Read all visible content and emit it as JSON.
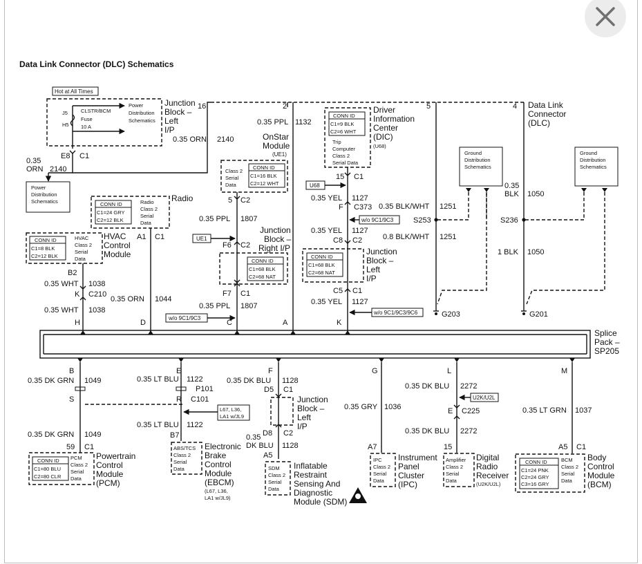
{
  "title": "Data Link Connector (DLC) Schematics",
  "window": {
    "close_icon": "close-icon"
  },
  "hot_at_all_times": "Hot at All Times",
  "fuse_block": {
    "j5": "J5",
    "h5": "H5",
    "fuse_line1": "CLSTR/BCM",
    "fuse_line2": "Fuse",
    "fuse_line3": "10 A",
    "pds_line1": "Power",
    "pds_line2": "Distribution",
    "pds_line3": "Schematics",
    "jb_line1": "Junction",
    "jb_line2": "Block –",
    "jb_line3": "Left",
    "jb_line4": "I/P",
    "pin": "E8",
    "conn": "C1",
    "pin_16": "16"
  },
  "power_box": {
    "line1": "Power",
    "line2": "Distribution",
    "line3": "Schematics"
  },
  "wires": {
    "w2140_top": "0.35 ORN",
    "c2140_top": "2140",
    "w2140_left1": "0.35",
    "w2140_left2": "ORN",
    "c2140_left": "2140",
    "w1132": "0.35 PPL",
    "c1132": "1132",
    "w1807_a": "0.35 PPL",
    "c1807_a": "1807",
    "w1807_b": "0.35 PPL",
    "c1807_b": "1807",
    "w1038_a": "0.35 WHT",
    "c1038_a": "1038",
    "w1038_b": "0.35 WHT",
    "c1038_b": "1038",
    "w1044": "0.35 ORN",
    "c1044": "1044",
    "w1127_a": "0.35 YEL",
    "c1127_a": "1127",
    "w1127_b": "0.35 YEL",
    "c1127_b": "1127",
    "w1127_c": "0.35 YEL",
    "c1127_c": "1127",
    "w1251_a": "0.35 BLK/WHT",
    "c1251_a": "1251",
    "w1251_b": "0.8 BLK/WHT",
    "c1251_b": "1251",
    "w1050_a1": "0.35",
    "w1050_a2": "BLK",
    "c1050_a": "1050",
    "w1050_b": "1 BLK",
    "c1050_b": "1050",
    "w1049_a": "0.35 DK GRN",
    "c1049_a": "1049",
    "w1049_b": "0.35 DK GRN",
    "c1049_b": "1049",
    "w1122_a": "0.35 LT BLU",
    "c1122_a": "1122",
    "w1122_b": "0.35 LT BLU",
    "c1122_b": "1122",
    "w1128_a": "0.35 DK BLU",
    "c1128_a": "1128",
    "w1128_b1": "0.35",
    "w1128_b2": "DK BLU",
    "c1128_b": "1128",
    "w1036": "0.35 GRY",
    "c1036": "1036",
    "w2272_a": "0.35 DK BLU",
    "c2272_a": "2272",
    "w2272_b": "0.35 DK BLU",
    "c2272_b": "2272",
    "w1037": "0.35 LT GRN",
    "c1037": "1037"
  },
  "onstar": {
    "line1": "OnStar",
    "line2": "Module",
    "line3": "(UE1)",
    "pin_2": "2",
    "serial1": "Class 2",
    "serial2": "Serial",
    "serial3": "Data",
    "conn_id": "CONN ID",
    "c1": "C1=16 BLK",
    "c2": "C2=12 WHT",
    "pin": "5",
    "conn": "C2"
  },
  "radio": {
    "label": "Radio",
    "conn_id": "CONN ID",
    "c1": "C1=24 GRY",
    "c2": "C2=12 BLK",
    "serial1": "Radio",
    "serial2": "Class 2",
    "serial3": "Serial",
    "serial4": "Data",
    "pin": "A1",
    "conn": "C1"
  },
  "hvac": {
    "line1": "HVAC",
    "line2": "Control",
    "line3": "Module",
    "conn_id": "CONN ID",
    "c1": "C1=8 BLK",
    "c2": "C2=12 BLK",
    "serial1": "HVAC",
    "serial2": "Class 2",
    "serial3": "Serial",
    "serial4": "Data",
    "pin": "B2"
  },
  "c210": {
    "pin": "K",
    "conn": "C210"
  },
  "jb_right": {
    "line1": "Junction",
    "line2": "Block –",
    "line3": "Right I/P",
    "conn_id": "CONN ID",
    "c1": "C1=68 BLK",
    "c2": "C2=68 NAT",
    "pin_f6": "F6",
    "conn_c2": "C2",
    "pin_f7": "F7",
    "conn_c1": "C1"
  },
  "option_ue1": "UE1",
  "option_w0_9c1": "w/o 9C1/9C3",
  "option_w0_9c1_b": "w/o 9C1/9C3",
  "option_w0_9c1_c": "w/o 9C1/9C3/9C6",
  "option_u68": "U68",
  "dic": {
    "line1": "Driver",
    "line2": "Information",
    "line3": "Center",
    "line4": "(DIC)",
    "line5": "(U68)",
    "conn_id": "CONN ID",
    "c1": "C1=9 BLK",
    "c2": "C2=6 WHT",
    "serial1": "Trip",
    "serial2": "Computer",
    "serial3": "Class 2",
    "serial4": "Serial Data",
    "pin": "15",
    "conn": "C1"
  },
  "c373": {
    "pin": "F",
    "conn": "C373"
  },
  "jb_left2": {
    "line1": "Junction",
    "line2": "Block –",
    "line3": "Left",
    "line4": "I/P",
    "conn_id": "CONN ID",
    "c1": "C1=68 BLK",
    "c2": "C2=68 NAT",
    "pin_c8": "C8",
    "conn_c2": "C2",
    "pin_c5": "C5",
    "conn_c1": "C1"
  },
  "pin_5": "5",
  "pin_4": "4",
  "dlc": {
    "line1": "Data Link",
    "line2": "Connector",
    "line3": "(DLC)"
  },
  "ground1": {
    "line1": "Ground",
    "line2": "Distribution",
    "line3": "Schematics"
  },
  "ground2": {
    "line1": "Ground",
    "line2": "Distribution",
    "line3": "Schematics"
  },
  "s253": "S253",
  "s236": "S236",
  "g203": "G203",
  "g201": "G201",
  "splice": {
    "line1": "Splice",
    "line2": "Pack –",
    "line3": "SP205"
  },
  "splice_top_pins": {
    "h": "H",
    "d": "D",
    "c": "C",
    "a": "A",
    "k": "K"
  },
  "splice_bot_pins": {
    "b": "B",
    "e": "E",
    "f": "F",
    "g": "G",
    "l": "L",
    "m": "M"
  },
  "p101": {
    "s": "S",
    "r": "R",
    "p101": "P101",
    "c101": "C101"
  },
  "opt_l67": {
    "line1": "L67, L36,",
    "line2": "LA1 w/JL9"
  },
  "pcm": {
    "line1": "Powertrain",
    "line2": "Control",
    "line3": "Module",
    "line4": "(PCM)",
    "pin": "59",
    "conn": "C1",
    "conn_id": "CONN ID",
    "c1": "C1=80 BLU",
    "c2": "C2=80 CLR",
    "serial1": "PCM",
    "serial2": "Class 2",
    "serial3": "Serial",
    "serial4": "Data"
  },
  "ebcm": {
    "line1": "Electronic",
    "line2": "Brake",
    "line3": "Control",
    "line4": "Module",
    "line5": "(EBCM)",
    "opt1": "(L67, L36,",
    "opt2": "LA1 w/JL9)",
    "pin": "B7",
    "serial1": "ABS/TCS",
    "serial2": "Class 2",
    "serial3": "Serial",
    "serial4": "Data"
  },
  "jb_left3": {
    "line1": "Junction",
    "line2": "Block –",
    "line3": "Left",
    "line4": "I/P",
    "pin_d5": "D5",
    "conn_c1": "C1",
    "pin_d8": "D8",
    "conn_c2": "C2"
  },
  "sdm": {
    "line1": "Inflatable",
    "line2": "Restraint",
    "line3": "Sensing And",
    "line4": "Diagnostic",
    "line5": "Module (SDM)",
    "pin": "A5",
    "serial1": "SDM",
    "serial2": "Class 2",
    "serial3": "Serial",
    "serial4": "Data"
  },
  "ipc": {
    "line1": "Instrument",
    "line2": "Panel",
    "line3": "Cluster",
    "line4": "(IPC)",
    "pin": "A7",
    "serial1": "IPC",
    "serial2": "Class 2",
    "serial3": "Serial",
    "serial4": "Data"
  },
  "c225": {
    "pin": "E",
    "conn": "C225"
  },
  "option_u2k": "U2K/U2L",
  "drr": {
    "line1": "Digital",
    "line2": "Radio",
    "line3": "Receiver",
    "line4": "(U2K/U2L)",
    "pin": "15",
    "serial1": "Amplifier",
    "serial2": "Class 2",
    "serial3": "Serial",
    "serial4": "Data"
  },
  "bcm": {
    "line1": "Body",
    "line2": "Control",
    "line3": "Module",
    "line4": "(BCM)",
    "pin": "A5",
    "conn": "C1",
    "conn_id": "CONN ID",
    "c1": "C1=24 PNK",
    "c2": "C2=24 GRY",
    "c3": "C3=16 GRY",
    "serial1": "BCM",
    "serial2": "Class 2",
    "serial3": "Serial",
    "serial4": "Data"
  }
}
